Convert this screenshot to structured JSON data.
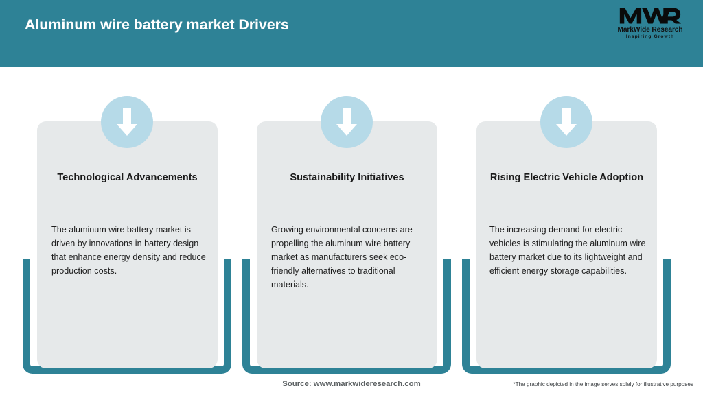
{
  "header": {
    "title": "Aluminum wire battery market Drivers",
    "band_color": "#2E8296",
    "title_color": "#FFFFFF"
  },
  "logo": {
    "monogram": "MWR",
    "name": "MarkWide Research",
    "tagline": "Inspiring Growth"
  },
  "theme": {
    "teal": "#2E8296",
    "panel_bg": "#E6E9EA",
    "icon_circle": "#B6DAE8",
    "arrow": "#FFFFFF",
    "heading_color": "#1A1A1A",
    "body_color": "#1D1D1D"
  },
  "cards": [
    {
      "icon": "down-arrow-icon",
      "heading": "Technological Advancements",
      "body": "The aluminum wire battery market is driven by innovations in battery design that enhance energy density and reduce production costs."
    },
    {
      "icon": "down-arrow-icon",
      "heading": "Sustainability Initiatives",
      "body": "Growing environmental concerns are propelling the aluminum wire battery market as manufacturers seek eco-friendly alternatives to traditional materials."
    },
    {
      "icon": "down-arrow-icon",
      "heading": "Rising Electric Vehicle Adoption",
      "body": "The increasing demand for electric vehicles is stimulating the aluminum wire battery market due to its lightweight and efficient energy storage capabilities."
    }
  ],
  "footer": {
    "source": "Source: www.markwideresearch.com",
    "disclaimer": "*The graphic depicted in the image serves solely for illustrative purposes"
  }
}
